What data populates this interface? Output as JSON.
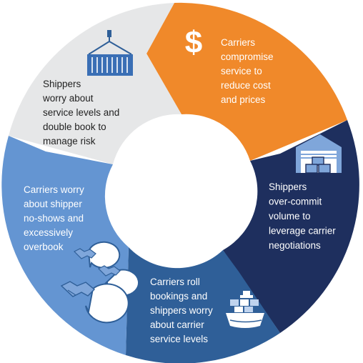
{
  "segments": [
    {
      "id": "carriers-compromise",
      "color": "#F0892A",
      "text_color": "#ffffff",
      "icon": "dollar-icon",
      "lines": [
        "Carriers",
        "compromise",
        "service to",
        "reduce cost",
        "and prices"
      ]
    },
    {
      "id": "shippers-over-commit",
      "color": "#1E2F5E",
      "text_color": "#ffffff",
      "icon": "warehouse-icon",
      "lines": [
        "Shippers",
        "over-commit",
        "volume to",
        "leverage carrier",
        "negotiations"
      ]
    },
    {
      "id": "carriers-roll-bookings",
      "color": "#2F5F98",
      "text_color": "#ffffff",
      "icon": "cargo-ship-icon",
      "lines": [
        "Carriers roll",
        "bookings and",
        "shippers worry",
        "about carrier",
        "service levels"
      ]
    },
    {
      "id": "carriers-worry-no-shows",
      "color": "#6495D2",
      "text_color": "#ffffff",
      "icon": "handshake-bubbles-icon",
      "lines": [
        "Carriers worry",
        "about shipper",
        "no-shows and",
        "excessively",
        "overbook"
      ]
    },
    {
      "id": "shippers-double-book",
      "color": "#E6E7E8",
      "text_color": "#222222",
      "icon": "container-crane-icon",
      "lines": [
        "Shippers",
        "worry about",
        "service levels and",
        "double book to",
        "manage risk"
      ]
    }
  ]
}
